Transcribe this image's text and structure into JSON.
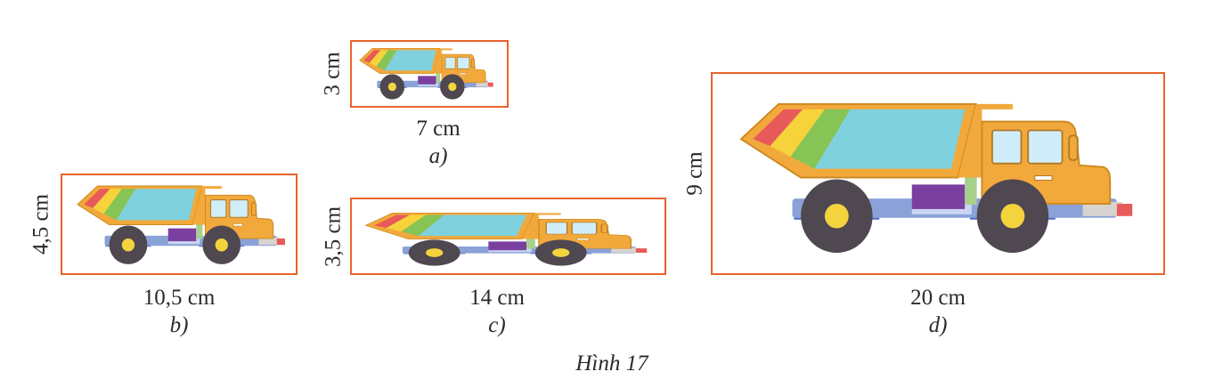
{
  "figure_caption": "Hình 17",
  "panels": {
    "a": {
      "width_label": "7 cm",
      "height_label": "3 cm",
      "caption": "a)"
    },
    "b": {
      "width_label": "10,5 cm",
      "height_label": "4,5 cm",
      "caption": "b)"
    },
    "c": {
      "width_label": "14 cm",
      "height_label": "3,5 cm",
      "caption": "c)"
    },
    "d": {
      "width_label": "20 cm",
      "height_label": "9 cm",
      "caption": "d)"
    }
  },
  "colors": {
    "frame": "#e8622e",
    "truck_body": "#f2a93b",
    "truck_bed_glass": "#7fd1de",
    "wheel": "#4f4850",
    "hub": "#f3d43c",
    "chassis": "#4d6fc1",
    "purple_box": "#7b3fa0"
  }
}
